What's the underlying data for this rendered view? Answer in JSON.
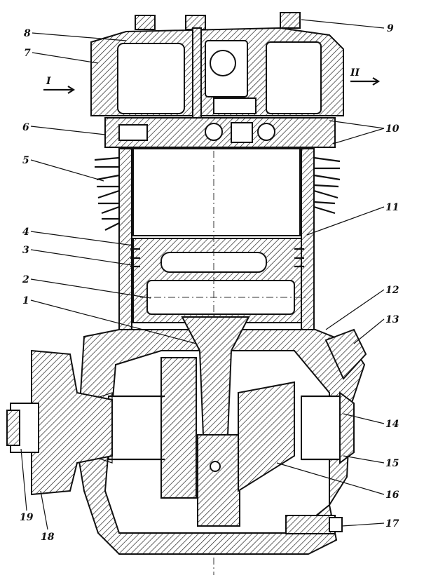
{
  "callouts": {
    "c1": "1",
    "c2": "2",
    "c3": "3",
    "c4": "4",
    "c5": "5",
    "c6": "6",
    "c7": "7",
    "c8": "8",
    "c9": "9",
    "c10": "10",
    "c11": "11",
    "c12": "12",
    "c13": "13",
    "c14": "14",
    "c15": "15",
    "c16": "16",
    "c17": "17",
    "c18": "18",
    "c19": "19"
  },
  "section_marks": {
    "left": "I",
    "right": "II"
  }
}
